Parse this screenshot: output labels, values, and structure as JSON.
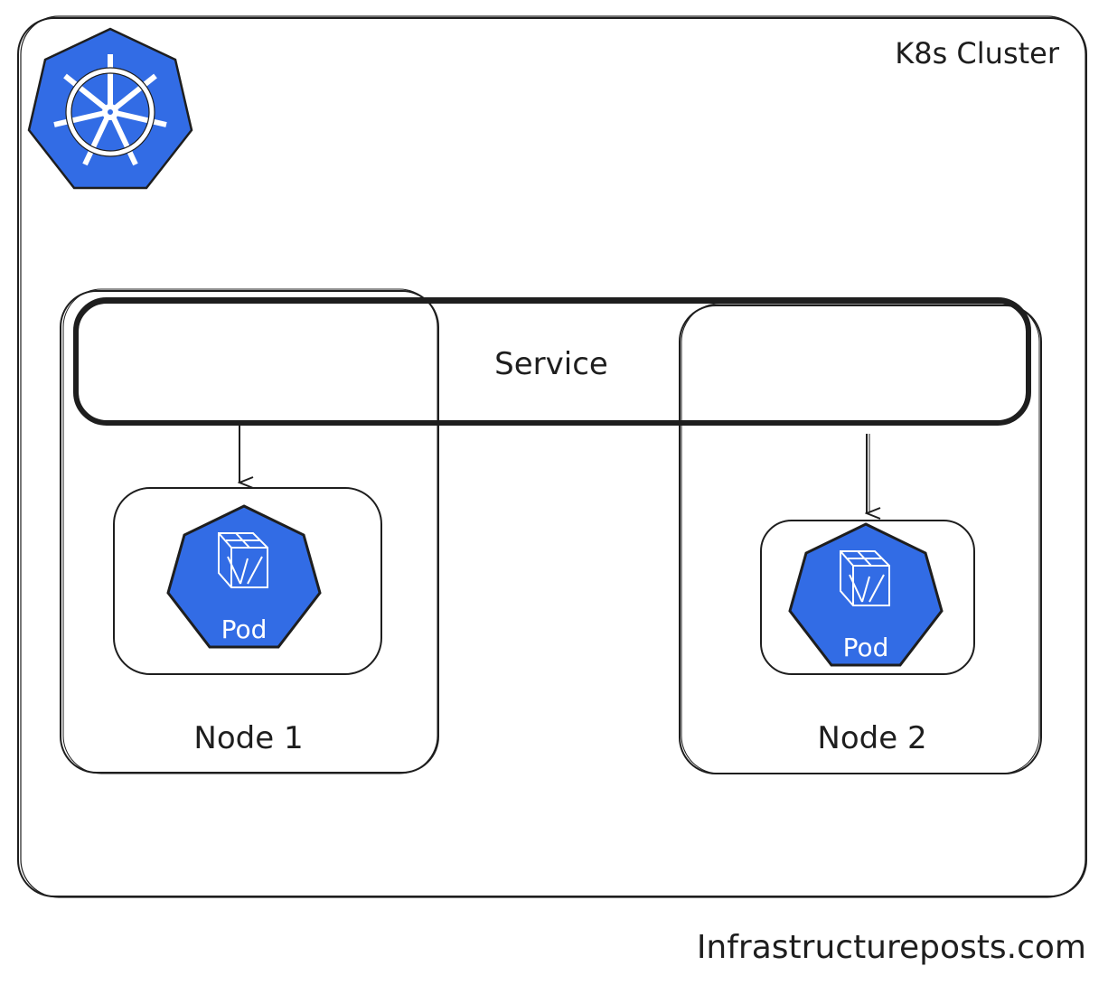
{
  "cluster": {
    "label": "K8s Cluster"
  },
  "service": {
    "label": "Service"
  },
  "nodes": [
    {
      "label": "Node 1",
      "pod_label": "Pod"
    },
    {
      "label": "Node 2",
      "pod_label": "Pod"
    }
  ],
  "footer": {
    "text": "Infrastructureposts.com"
  },
  "colors": {
    "k8s_blue": "#326ce5",
    "stroke": "#1e1e1e",
    "background": "#ffffff"
  }
}
